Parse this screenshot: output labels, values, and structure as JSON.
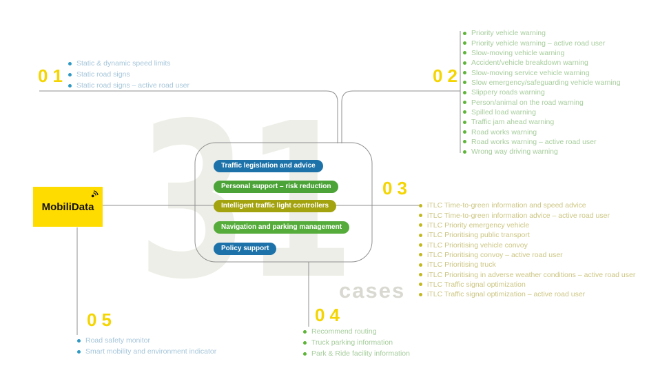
{
  "logo": {
    "text": "MobiliData",
    "bg_color": "#ffdc00"
  },
  "headline": {
    "big_number": "31",
    "cases_label": "cases"
  },
  "palette": {
    "number_color": "#f4d503",
    "watermark_color": "#eeeee8",
    "cases_color": "#d9d9d1",
    "line_color": "#8f8f8f"
  },
  "categories": [
    {
      "label": "Traffic legislation and advice",
      "color": "#1d73a9"
    },
    {
      "label": "Personal support – risk reduction",
      "color": "#4ca438"
    },
    {
      "label": "Intelligent traffic light controllers",
      "color": "#a3a30f"
    },
    {
      "label": "Navigation and parking management",
      "color": "#55ac3a"
    },
    {
      "label": "Policy support",
      "color": "#1d73a9"
    }
  ],
  "groups": [
    {
      "number": "01",
      "bullet_color": "#2f99c4",
      "text_color": "#a6c6da",
      "items": [
        "Static & dynamic speed limits",
        "Static road signs",
        "Static road signs – active road user"
      ]
    },
    {
      "number": "02",
      "bullet_color": "#5eb438",
      "text_color": "#a6cd9c",
      "items": [
        "Priority vehicle warning",
        "Priority vehicle warning – active road user",
        "Slow-moving vehicle warning",
        "Accident/vehicle breakdown warning",
        "Slow-moving service vehicle warning",
        "Slow emergency/safeguarding vehicle warning",
        "Slippery roads warning",
        "Person/animal on the road warning",
        "Spilled load warning",
        "Traffic jam ahead warning",
        "Road works warning",
        "Road works warning – active road user",
        "Wrong way driving warning"
      ]
    },
    {
      "number": "03",
      "bullet_color": "#c2b81c",
      "text_color": "#ccc683",
      "items": [
        "iTLC Time-to-green information and speed advice",
        "iTLC Time-to-green information advice – active road user",
        "iTLC Priority emergency vehicle",
        "iTLC Prioritising public transport",
        "iTLC Prioritising vehicle convoy",
        "iTLC Prioritising convoy – active road user",
        "iTLC Prioritising truck",
        "iTLC Prioritising in adverse weather conditions – active road user",
        "iTLC Traffic signal optimization",
        "iTLC Traffic signal optimization – active road user"
      ]
    },
    {
      "number": "04",
      "bullet_color": "#5eb438",
      "text_color": "#a6cd9c",
      "items": [
        "Recommend routing",
        "Truck parking information",
        "Park & Ride facility information"
      ]
    },
    {
      "number": "05",
      "bullet_color": "#2f99c4",
      "text_color": "#a6c6da",
      "items": [
        "Road safety monitor",
        "Smart mobility and environment indicator"
      ]
    }
  ]
}
